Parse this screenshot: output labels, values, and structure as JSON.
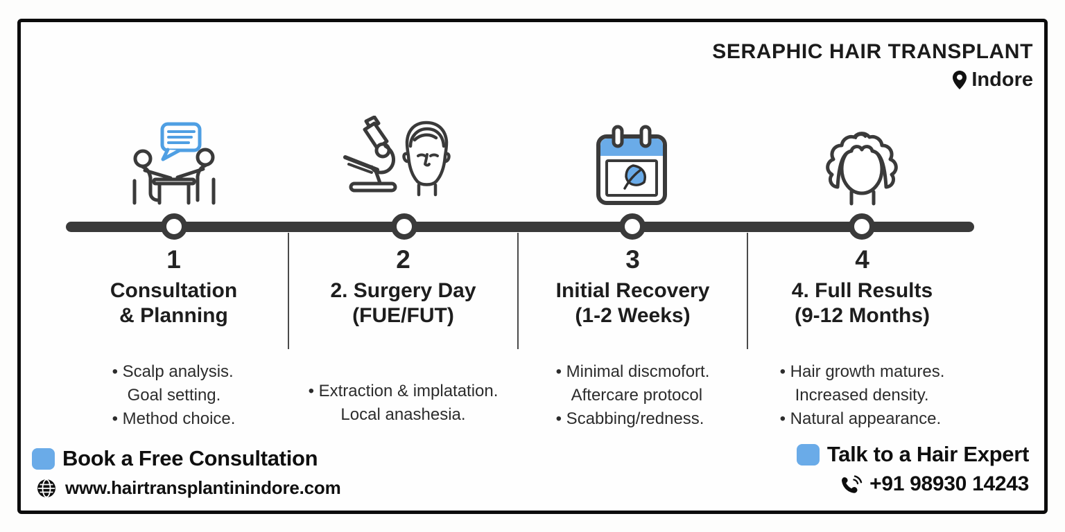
{
  "colors": {
    "accent_blue": "#6aabe8",
    "bubble_blue": "#4f9fe3",
    "timeline_dark": "#3a3a3a",
    "frame_black": "#0c0c0c",
    "text_dark": "#1d1d1d",
    "text_body": "#2c2c2c"
  },
  "brand": {
    "name": "SERAPHIC HAIR TRANSPLANT",
    "location": "Indore",
    "location_icon": "location-pin-icon"
  },
  "steps": [
    {
      "number": "1",
      "title_line1": "Consultation",
      "title_line2": "& Planning",
      "icon": "consultation-icon",
      "bullets": [
        "• Scalp analysis.",
        "Goal setting.",
        "• Method choice."
      ]
    },
    {
      "number": "2",
      "title_line1": "2. Surgery Day",
      "title_line2": "(FUE/FUT)",
      "icon": "surgery-microscope-icon",
      "bullets": [
        "• Extraction & implatation.",
        "Local anashesia."
      ]
    },
    {
      "number": "3",
      "title_line1": "Initial Recovery",
      "title_line2": "(1-2 Weeks)",
      "icon": "recovery-calendar-icon",
      "bullets": [
        "• Minimal discmofort.",
        "Aftercare protocol",
        "• Scabbing/redness."
      ]
    },
    {
      "number": "4",
      "title_line1": "4. Full Results",
      "title_line2": "(9-12 Months)",
      "icon": "full-results-icon",
      "bullets": [
        "• Hair growth matures.",
        "Increased density.",
        "• Natural appearance."
      ]
    }
  ],
  "footer": {
    "left": {
      "cta": "Book a Free Consultation",
      "website": "www.hairtransplantinindore.com",
      "website_icon": "globe-icon"
    },
    "right": {
      "cta": "Talk to a Hair Expert",
      "phone": "+91 98930 14243",
      "phone_icon": "phone-icon"
    }
  }
}
